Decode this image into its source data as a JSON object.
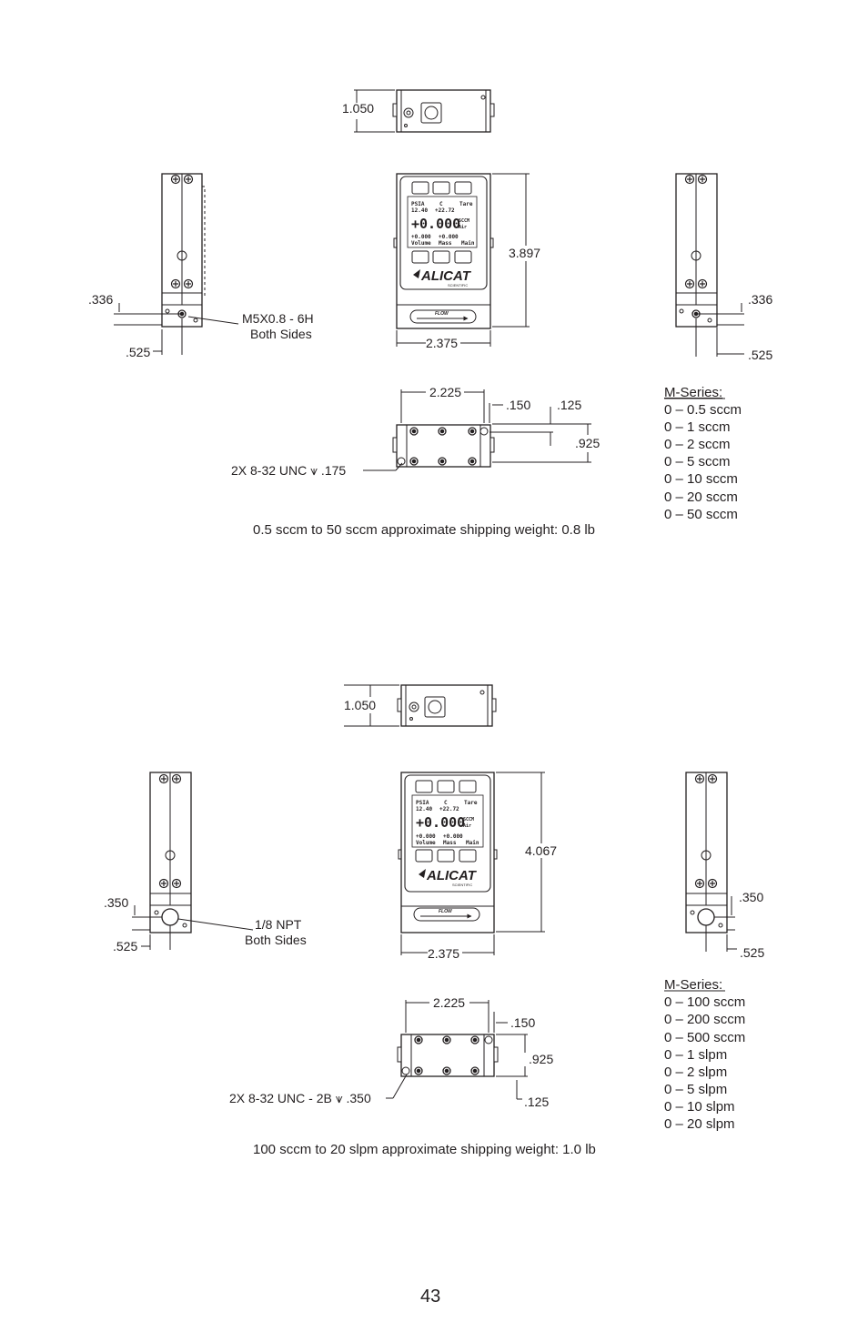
{
  "section1": {
    "top_height": "1.050",
    "front_height": "3.897",
    "front_width": "2.375",
    "left_offset": ".336",
    "left_width": ".525",
    "right_offset": ".336",
    "right_width": ".525",
    "port_note_1": "M5X0.8  - 6H",
    "port_note_2": "Both Sides",
    "bottom_span": "2.225",
    "bottom_edge": ".150",
    "bottom_inset": ".125",
    "bottom_depth": ".925",
    "mount_note": "2X 8-32 UNC   ⩛ .175",
    "series_title": "M-Series:",
    "ranges": [
      "0 – 0.5 sccm",
      "0 – 1 sccm",
      "0 – 2 sccm",
      "0 – 5 sccm",
      "0 – 10 sccm",
      "0 – 20 sccm",
      "0 – 50 sccm"
    ],
    "weight": "0.5 sccm to 50 sccm approximate shipping weight: 0.8 lb"
  },
  "section2": {
    "top_height": "1.050",
    "front_height": "4.067",
    "front_width": "2.375",
    "left_offset": ".350",
    "left_width": ".525",
    "right_offset": ".350",
    "right_width": ".525",
    "port_note_1": "1/8 NPT",
    "port_note_2": "Both Sides",
    "bottom_span": "2.225",
    "bottom_edge": ".150",
    "bottom_inset": ".125",
    "bottom_depth": ".925",
    "mount_note": "2X 8-32 UNC  - 2B ⩛ .350",
    "series_title": "M-Series:",
    "ranges": [
      "0 – 100 sccm",
      "0 – 200 sccm",
      "0 – 500 sccm",
      "0 – 1 slpm",
      "0 – 2 slpm",
      "0 – 5 slpm",
      "0 – 10 slpm",
      "0 – 20 slpm"
    ],
    "weight": "100 sccm to 20 slpm approximate shipping weight: 1.0 lb"
  },
  "device_screen": {
    "psia_label": "PSIA",
    "psia_value": "12.40",
    "c_label": "C",
    "c_value": "+22.72",
    "tare": "Tare",
    "main_value": "+0.000",
    "unit": "SCCM",
    "gas": "Air",
    "volume_value": "+0.000",
    "volume_label": "Volume",
    "mass_value": "+0.000",
    "mass_label": "Mass",
    "main_label": "Main",
    "brand": "ALICAT",
    "brand_sub": "SCIENTIFIC",
    "flow_label": "FLOW"
  },
  "page_number": "43"
}
